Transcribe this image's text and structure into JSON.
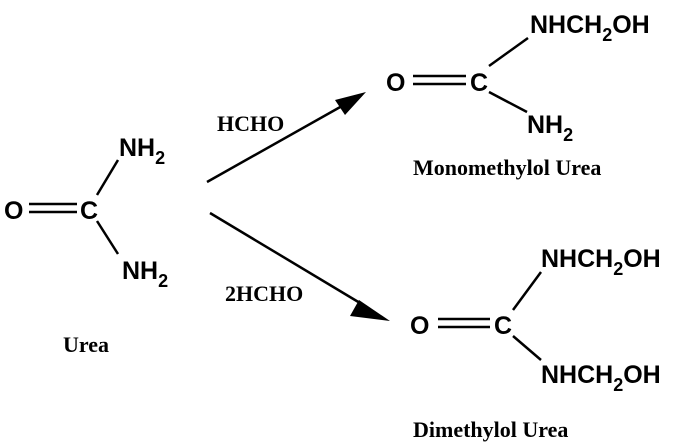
{
  "reactant": {
    "o": "O",
    "c": "C",
    "nh_top": "NH",
    "nh_top_sub": "2",
    "nh_bottom": "NH",
    "nh_bottom_sub": "2",
    "name": "Urea"
  },
  "reagents": {
    "top": "HCHO",
    "bottom": "2HCHO"
  },
  "product_top": {
    "o": "O",
    "c": "C",
    "group1_a": "NHCH",
    "group1_sub": "2",
    "group1_b": "OH",
    "nh2": "NH",
    "nh2_sub": "2",
    "name": "Monomethylol Urea"
  },
  "product_bottom": {
    "o": "O",
    "c": "C",
    "group1_a": "NHCH",
    "group1_sub": "2",
    "group1_b": "OH",
    "group2_a": "NHCH",
    "group2_sub": "2",
    "group2_b": "OH",
    "name": "Dimethylol Urea"
  }
}
